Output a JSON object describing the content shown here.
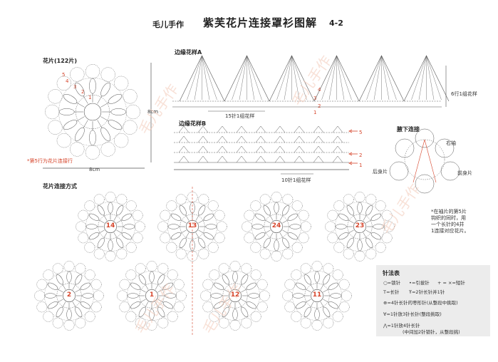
{
  "header": {
    "author": "毛儿手作",
    "title": "紫芙花片连接罩衫图解",
    "page_number": "4-2"
  },
  "motif": {
    "label": "花片(122片)",
    "width_label": "8cm",
    "height_label": "8cm",
    "note": "*第5行为花片连接行",
    "row_markers": [
      "1",
      "2",
      "3",
      "4",
      "5"
    ]
  },
  "edging_a": {
    "label": "边缘花样A",
    "repeat_label": "15针1组花样",
    "row_label": "6行1组花样",
    "row_markers": [
      "4",
      "3",
      "2",
      "1"
    ]
  },
  "edging_b": {
    "label": "边缘花样B",
    "repeat_label": "10针1组花样",
    "row_markers": [
      "5",
      "2",
      "1"
    ]
  },
  "underarm": {
    "label": "腋下连接",
    "sleeve": "右袖",
    "back": "后身片",
    "front": "前身片",
    "note_lines": [
      "*在袖片的第5片",
      "钩织的同时，用",
      "一个长针的4并",
      "1连接对应花片。"
    ]
  },
  "joining": {
    "label": "花片连接方式",
    "top_row": [
      "14",
      "13",
      "24",
      "23"
    ],
    "bottom_row": [
      "2",
      "1",
      "12",
      "11"
    ]
  },
  "legend": {
    "title": "针法表",
    "items": [
      {
        "symbol": "○",
        "text": "=锁针"
      },
      {
        "symbol": "•",
        "text": "=引拔针"
      },
      {
        "symbol": "+ = ×",
        "text": "=短针"
      },
      {
        "symbol": "T",
        "text": "=长针"
      },
      {
        "symbol": "Ŧ",
        "text": "=2针长针并1针"
      },
      {
        "symbol": "⊕",
        "text": "=4针长针的枣形针(从整段中挑取)"
      },
      {
        "symbol": "∀",
        "text": "=1针放3针长针(整段挑取)"
      },
      {
        "symbol": "⋀",
        "text": "=1针放4针长针"
      },
      {
        "symbol": "",
        "text": "(中间加2针锁针，从整段挑)"
      }
    ]
  },
  "watermark": "毛儿手作",
  "colors": {
    "accent": "#d6452b",
    "line": "#555555",
    "legend_bg": "#ececec"
  }
}
